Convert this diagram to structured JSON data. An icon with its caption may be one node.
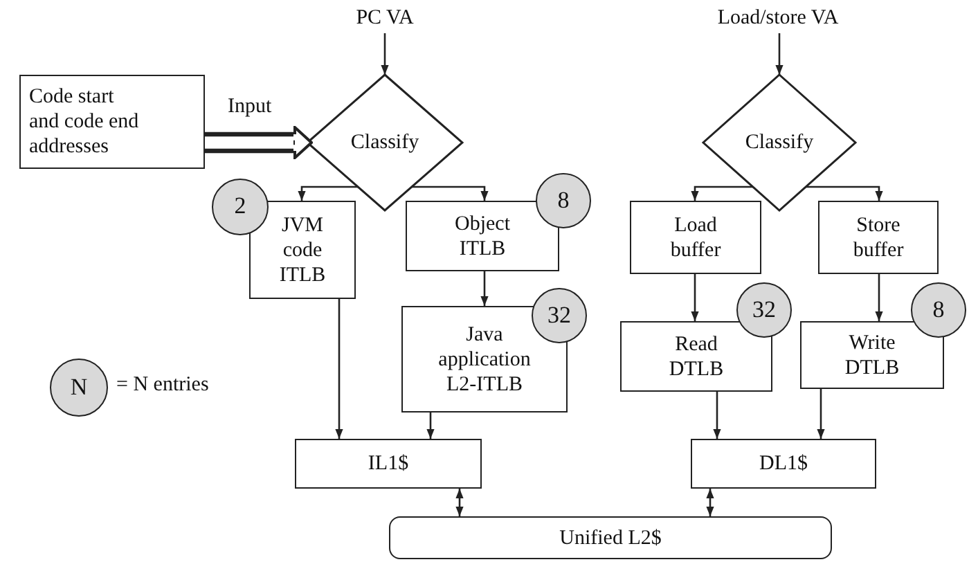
{
  "diagram": {
    "nodes": [
      {
        "text": [
          "PC VA"
        ]
      },
      {
        "text": [
          "Code start and code end addresses"
        ]
      },
      {
        "text": [
          "Classify"
        ]
      },
      {
        "text": [
          "2"
        ]
      },
      {
        "text": [
          "JVM code ITLB"
        ]
      },
      {
        "text": [
          "8"
        ]
      },
      {
        "text": [
          "Object ITLB"
        ]
      },
      {
        "text": [
          "32"
        ]
      },
      {
        "text": [
          "Java application L2-ITLB"
        ]
      },
      {
        "text": [
          "IL1$"
        ]
      },
      {
        "text": [
          "Load/store VA"
        ]
      },
      {
        "text": [
          "Classify"
        ]
      },
      {
        "text": [
          "Load buffer"
        ]
      },
      {
        "text": [
          "Store buffer"
        ]
      },
      {
        "text": [
          "32"
        ]
      },
      {
        "text": [
          "Read DTLB"
        ]
      },
      {
        "text": [
          "8"
        ]
      },
      {
        "text": [
          "Write DTLB"
        ]
      },
      {
        "text": [
          "Unified L2$"
        ]
      },
      {
        "text": [
          "DL1$"
        ]
      },
      {
        "text": [
          "N"
        ],
        "beside": [
          "= N entries"
        ]
      }
    ],
    "edges": [
      {
        "from": 0,
        "to": 2,
        "arrow": "to"
      },
      {
        "from": 1,
        "to": 2,
        "arrow": "to",
        "label": "Input",
        "style": "thick"
      },
      {
        "from": 2,
        "to": 4,
        "arrow": "to"
      },
      {
        "from": 2,
        "to": 6,
        "arrow": "to"
      },
      {
        "from": 4,
        "to": 9,
        "arrow": "to"
      },
      {
        "from": 6,
        "to": 8,
        "arrow": "to"
      },
      {
        "from": 8,
        "to": 9,
        "arrow": "to"
      },
      {
        "from": 9,
        "to": 18,
        "arrow": "both"
      },
      {
        "from": 10,
        "to": 11,
        "arrow": "to"
      },
      {
        "from": 11,
        "to": 12,
        "arrow": "to"
      },
      {
        "from": 11,
        "to": 13,
        "arrow": "to"
      },
      {
        "from": 12,
        "to": 15,
        "arrow": "to"
      },
      {
        "from": 13,
        "to": 17,
        "arrow": "to"
      },
      {
        "from": 15,
        "to": 19,
        "arrow": "to"
      },
      {
        "from": 17,
        "to": 19,
        "arrow": "to"
      },
      {
        "from": 19,
        "to": 18,
        "arrow": "both"
      }
    ]
  }
}
